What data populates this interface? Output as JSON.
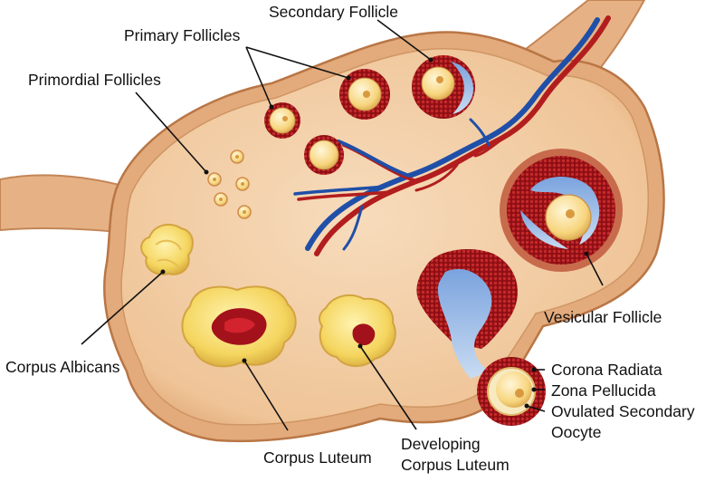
{
  "labels": {
    "secondary_follicle": "Secondary Follicle",
    "primary_follicles": "Primary Follicles",
    "primordial_follicles": "Primordial Follicles",
    "vesicular_follicle": "Vesicular Follicle",
    "corpus_albicans": "Corpus Albicans",
    "corpus_luteum": "Corpus Luteum",
    "developing_corpus_luteum_line1": "Developing",
    "developing_corpus_luteum_line2": "Corpus Luteum",
    "corona_radiata": "Corona Radiata",
    "zona_pellucida": "Zona Pellucida",
    "ovulated_secondary_oocyte_line1": "Ovulated Secondary",
    "ovulated_secondary_oocyte_line2": "Oocyte"
  },
  "colors": {
    "stroma": "#f3cfa6",
    "stroma_edge": "#c98a5c",
    "capsule": "#e0a878",
    "follicle_red": "#a3121a",
    "granulosa": "#7a0c10",
    "oocyte": "#f9df93",
    "antrum": "#8fb3e6",
    "vein": "#1f4fa8",
    "artery": "#b21d1d",
    "corpus_yellow": "#f6e07a",
    "albicans": "#f7e29a"
  }
}
